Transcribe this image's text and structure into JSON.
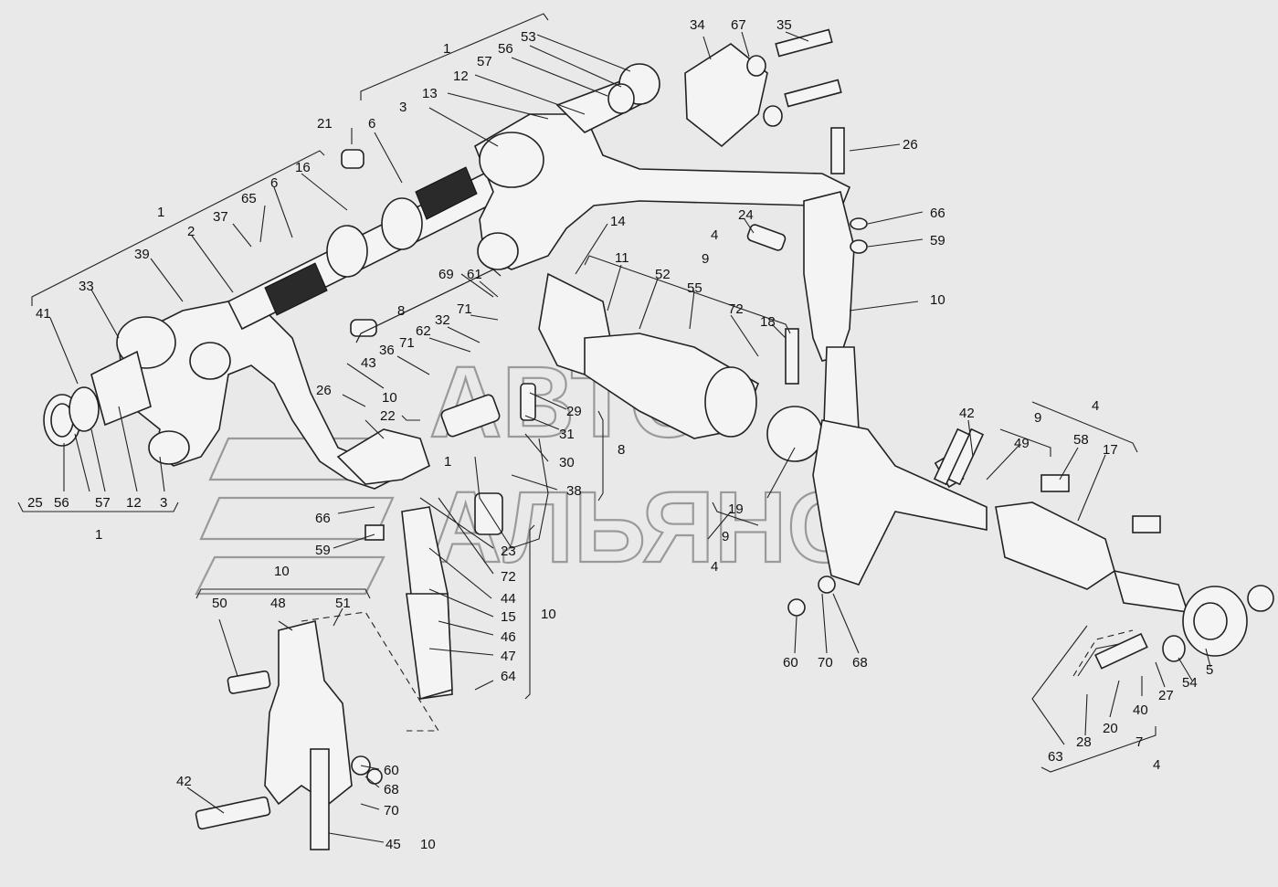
{
  "diagram": {
    "background": "#e9e9e9",
    "watermark": {
      "line1": "АВТО",
      "line2": "АЛЬЯНС",
      "color": "#9a9a9a"
    },
    "callouts": [
      "1",
      "1",
      "1",
      "1",
      "53",
      "56",
      "57",
      "12",
      "13",
      "3",
      "6",
      "21",
      "16",
      "6",
      "65",
      "37",
      "2",
      "39",
      "33",
      "41",
      "25",
      "56",
      "57",
      "12",
      "3",
      "34",
      "67",
      "35",
      "26",
      "66",
      "59",
      "10",
      "24",
      "4",
      "9",
      "14",
      "11",
      "52",
      "55",
      "72",
      "18",
      "69",
      "61",
      "71",
      "32",
      "8",
      "62",
      "36",
      "71",
      "43",
      "26",
      "10",
      "22",
      "29",
      "31",
      "30",
      "8",
      "38",
      "66",
      "59",
      "23",
      "72",
      "44",
      "15",
      "46",
      "47",
      "64",
      "10",
      "10",
      "50",
      "48",
      "51",
      "42",
      "60",
      "68",
      "70",
      "45",
      "10",
      "42",
      "4",
      "9",
      "49",
      "58",
      "17",
      "19",
      "9",
      "4",
      "60",
      "70",
      "68",
      "63",
      "28",
      "20",
      "40",
      "27",
      "54",
      "5",
      "7",
      "4"
    ]
  }
}
